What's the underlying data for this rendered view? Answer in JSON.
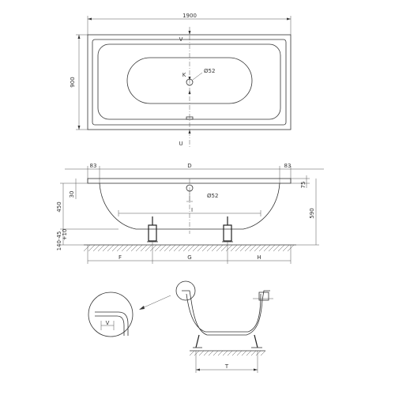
{
  "top_view": {
    "length_label": "1900",
    "width_label": "900",
    "v_label_top": "V",
    "v_label_bottom": "U",
    "k_label": "K",
    "drain_label": "Ø52"
  },
  "side_view": {
    "left_83": "83",
    "d_label": "D",
    "right_83": "83",
    "label_30": "30",
    "label_450": "450",
    "drain_label": "Ø52",
    "label_75": "75",
    "label_590": "590",
    "label_i": "I",
    "label_140": "140-45",
    "label_10": "+10",
    "f_label": "F",
    "g_label": "G",
    "h_label": "H"
  },
  "section_view": {
    "t_label": "T",
    "v_label": "V"
  },
  "colors": {
    "line": "#333333",
    "background": "#ffffff"
  }
}
